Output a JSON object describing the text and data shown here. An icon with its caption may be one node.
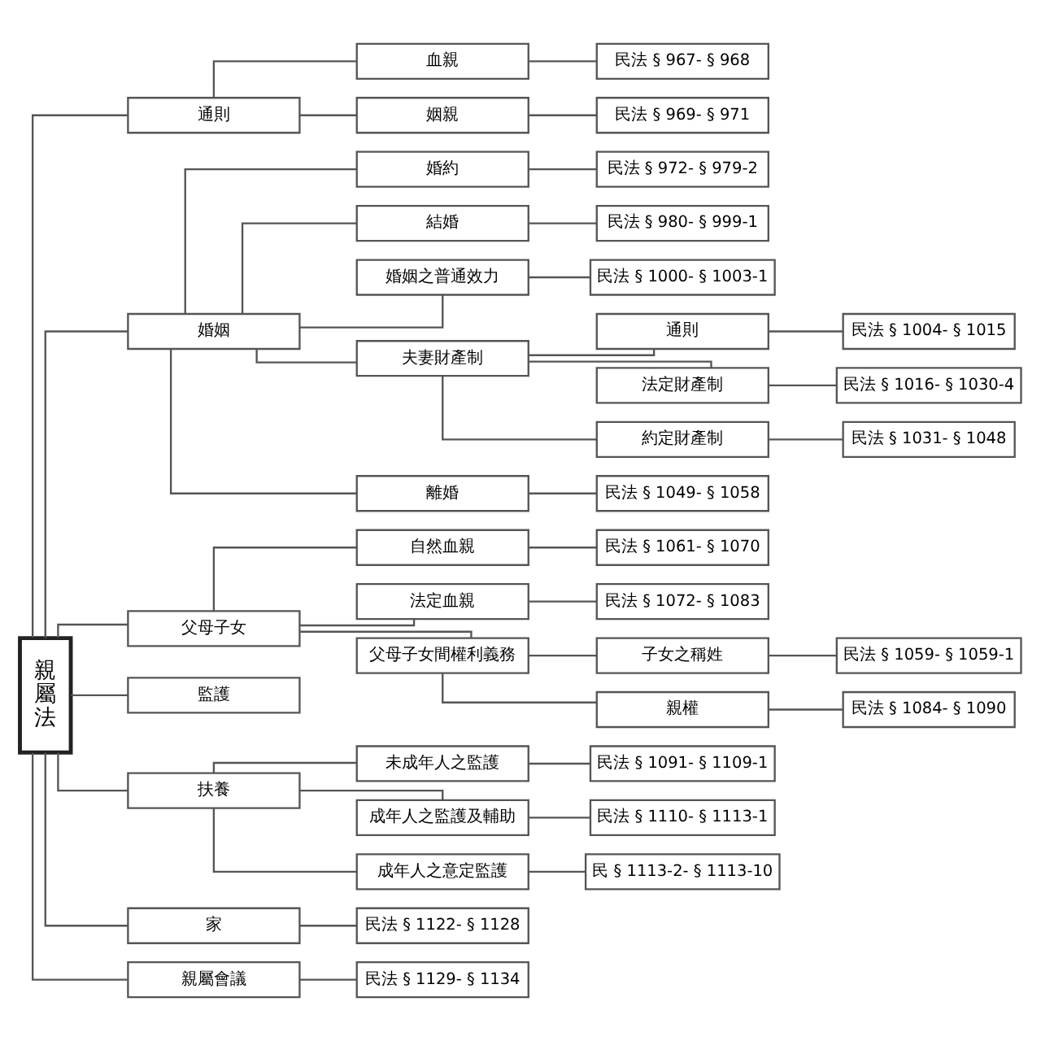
{
  "diagram": {
    "nodes": [
      {
        "text": [
          "親屬法"
        ]
      },
      {
        "text": [
          "通則"
        ]
      },
      {
        "text": [
          "血親"
        ]
      },
      {
        "text": [
          "民法 § 967- § 968"
        ]
      },
      {
        "text": [
          "姻親"
        ]
      },
      {
        "text": [
          "民法 § 969- § 971"
        ]
      },
      {
        "text": [
          "婚姻"
        ]
      },
      {
        "text": [
          "婚約"
        ]
      },
      {
        "text": [
          "民法 § 972- § 979-2"
        ]
      },
      {
        "text": [
          "結婚"
        ]
      },
      {
        "text": [
          "民法 § 980- § 999-1"
        ]
      },
      {
        "text": [
          "婚姻之普通效力"
        ]
      },
      {
        "text": [
          "民法 § 1000- § 1003-1"
        ]
      },
      {
        "text": [
          "夫妻財產制"
        ]
      },
      {
        "text": [
          "通則"
        ]
      },
      {
        "text": [
          "民法 § 1004- § 1015"
        ]
      },
      {
        "text": [
          "法定財產制"
        ]
      },
      {
        "text": [
          "民法 § 1016- § 1030-4"
        ]
      },
      {
        "text": [
          "約定財產制"
        ]
      },
      {
        "text": [
          "民法 § 1031- § 1048"
        ]
      },
      {
        "text": [
          "離婚"
        ]
      },
      {
        "text": [
          "民法 § 1049- § 1058"
        ]
      },
      {
        "text": [
          "父母子女"
        ]
      },
      {
        "text": [
          "自然血親"
        ]
      },
      {
        "text": [
          "民法 § 1061- § 1070"
        ]
      },
      {
        "text": [
          "法定血親"
        ]
      },
      {
        "text": [
          "民法 § 1072- § 1083"
        ]
      },
      {
        "text": [
          "父母子女間權利義務"
        ]
      },
      {
        "text": [
          "子女之稱姓"
        ]
      },
      {
        "text": [
          "民法 § 1059- § 1059-1"
        ]
      },
      {
        "text": [
          "親權"
        ]
      },
      {
        "text": [
          "民法 § 1084- § 1090"
        ]
      },
      {
        "text": [
          "監護"
        ]
      },
      {
        "text": [
          "扶養"
        ]
      },
      {
        "text": [
          "未成年人之監護"
        ]
      },
      {
        "text": [
          "民法 § 1091- § 1109-1"
        ]
      },
      {
        "text": [
          "成年人之監護及輔助"
        ]
      },
      {
        "text": [
          "民法 § 1110- § 1113-1"
        ]
      },
      {
        "text": [
          "成年人之意定監護"
        ]
      },
      {
        "text": [
          "民 § 1113-2- § 1113-10"
        ]
      },
      {
        "text": [
          "家"
        ]
      },
      {
        "text": [
          "民法 § 1122- § 1128"
        ]
      },
      {
        "text": [
          "親屬會議"
        ]
      },
      {
        "text": [
          "民法 § 1129- § 1134"
        ]
      }
    ],
    "edges": [
      {
        "from": 0,
        "to": 1,
        "arrow": "none"
      },
      {
        "from": 1,
        "to": 2,
        "arrow": "none"
      },
      {
        "from": 2,
        "to": 3,
        "arrow": "none"
      },
      {
        "from": 1,
        "to": 4,
        "arrow": "none"
      },
      {
        "from": 4,
        "to": 5,
        "arrow": "none"
      },
      {
        "from": 0,
        "to": 6,
        "arrow": "none"
      },
      {
        "from": 6,
        "to": 7,
        "arrow": "none"
      },
      {
        "from": 7,
        "to": 8,
        "arrow": "none"
      },
      {
        "from": 6,
        "to": 9,
        "arrow": "none"
      },
      {
        "from": 9,
        "to": 10,
        "arrow": "none"
      },
      {
        "from": 6,
        "to": 11,
        "arrow": "none"
      },
      {
        "from": 11,
        "to": 12,
        "arrow": "none"
      },
      {
        "from": 6,
        "to": 13,
        "arrow": "none"
      },
      {
        "from": 13,
        "to": 14,
        "arrow": "none"
      },
      {
        "from": 14,
        "to": 15,
        "arrow": "none"
      },
      {
        "from": 13,
        "to": 16,
        "arrow": "none"
      },
      {
        "from": 16,
        "to": 17,
        "arrow": "none"
      },
      {
        "from": 13,
        "to": 18,
        "arrow": "none"
      },
      {
        "from": 18,
        "to": 19,
        "arrow": "none"
      },
      {
        "from": 6,
        "to": 20,
        "arrow": "none"
      },
      {
        "from": 20,
        "to": 21,
        "arrow": "none"
      },
      {
        "from": 0,
        "to": 22,
        "arrow": "none"
      },
      {
        "from": 22,
        "to": 23,
        "arrow": "none"
      },
      {
        "from": 23,
        "to": 24,
        "arrow": "none"
      },
      {
        "from": 22,
        "to": 25,
        "arrow": "none"
      },
      {
        "from": 25,
        "to": 26,
        "arrow": "none"
      },
      {
        "from": 22,
        "to": 27,
        "arrow": "none"
      },
      {
        "from": 27,
        "to": 28,
        "arrow": "none"
      },
      {
        "from": 28,
        "to": 29,
        "arrow": "none"
      },
      {
        "from": 27,
        "to": 30,
        "arrow": "none"
      },
      {
        "from": 30,
        "to": 31,
        "arrow": "none"
      },
      {
        "from": 0,
        "to": 32,
        "arrow": "none"
      },
      {
        "from": 0,
        "to": 33,
        "arrow": "none"
      },
      {
        "from": 33,
        "to": 34,
        "arrow": "none"
      },
      {
        "from": 34,
        "to": 35,
        "arrow": "none"
      },
      {
        "from": 33,
        "to": 36,
        "arrow": "none"
      },
      {
        "from": 36,
        "to": 37,
        "arrow": "none"
      },
      {
        "from": 33,
        "to": 38,
        "arrow": "none"
      },
      {
        "from": 38,
        "to": 39,
        "arrow": "none"
      },
      {
        "from": 0,
        "to": 40,
        "arrow": "none"
      },
      {
        "from": 40,
        "to": 41,
        "arrow": "none"
      },
      {
        "from": 0,
        "to": 42,
        "arrow": "none"
      },
      {
        "from": 42,
        "to": 43,
        "arrow": "none"
      }
    ]
  }
}
